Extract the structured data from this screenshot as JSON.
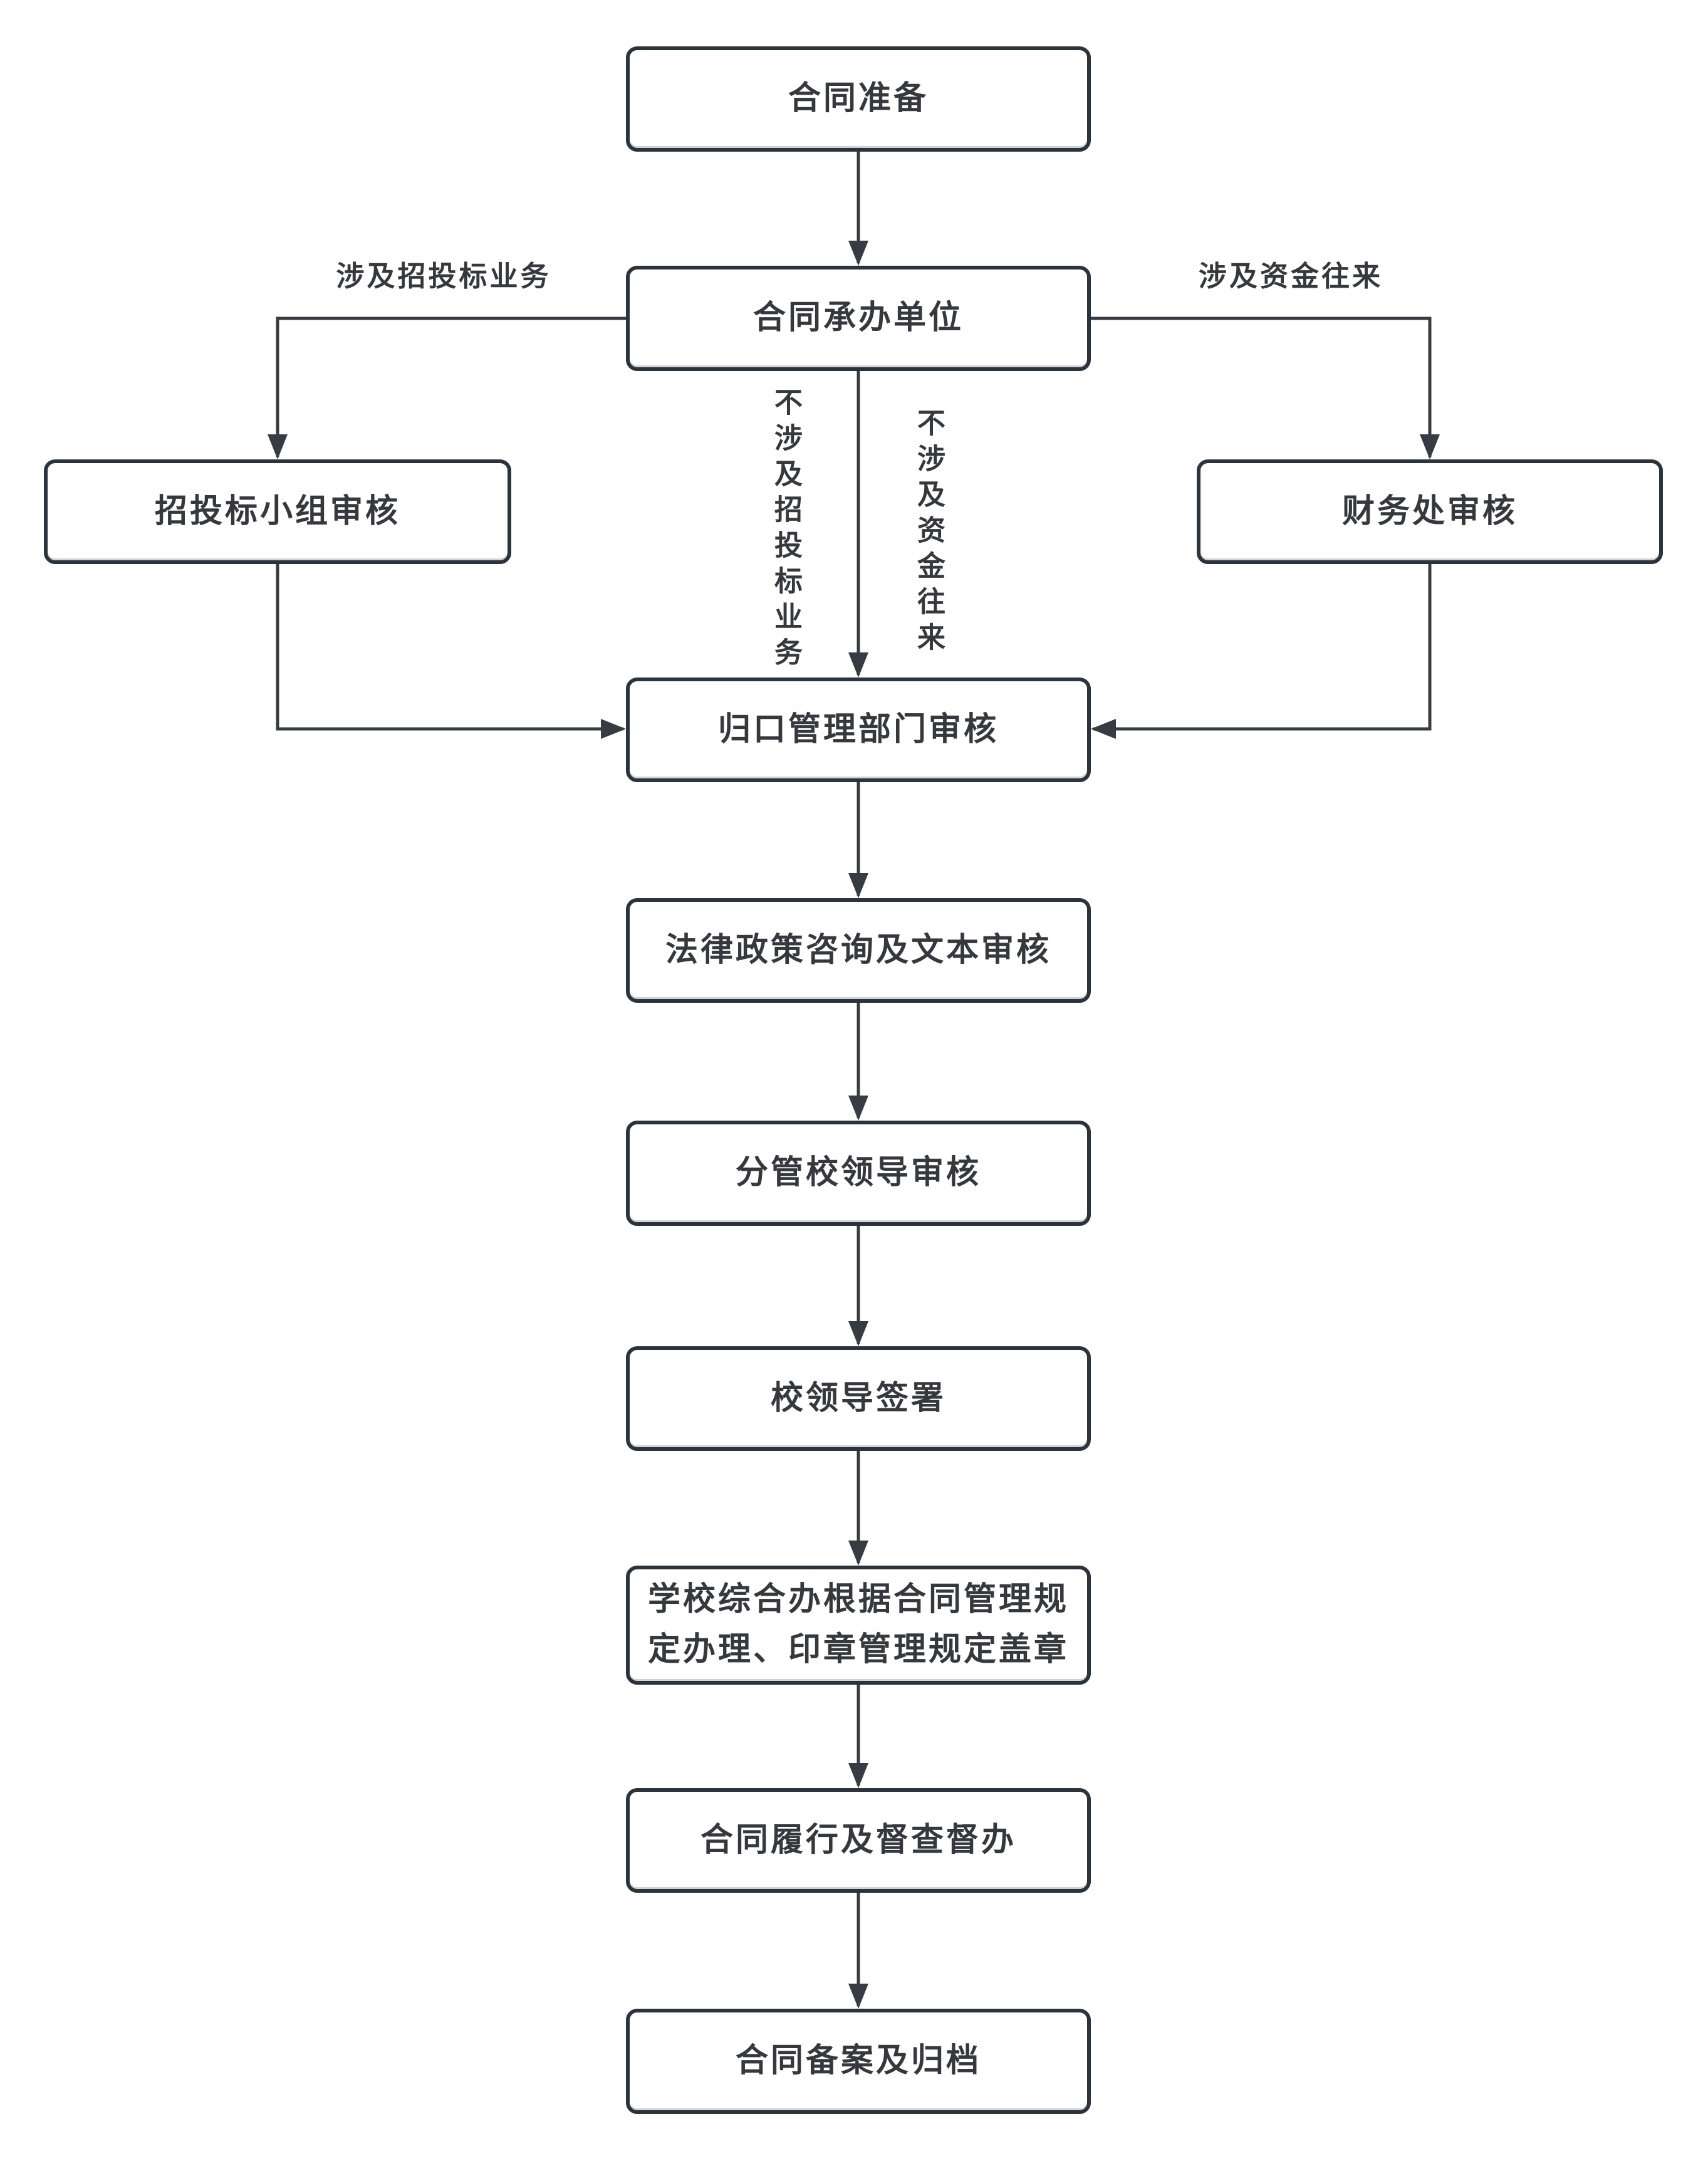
{
  "diagram": {
    "nodes": [
      {
        "id": "contract-prepare",
        "label": "合同准备"
      },
      {
        "id": "undertaking-unit",
        "label": "合同承办单位"
      },
      {
        "id": "bidding-group-review",
        "label": "招投标小组审核"
      },
      {
        "id": "finance-office-review",
        "label": "财务处审核"
      },
      {
        "id": "centralized-dept-review",
        "label": "归口管理部门审核"
      },
      {
        "id": "legal-policy-text-review",
        "label": "法律政策咨询及文本审核"
      },
      {
        "id": "vice-leader-review",
        "label": "分管校领导审核"
      },
      {
        "id": "leader-signature",
        "label": "校领导签署"
      },
      {
        "id": "office-handle-and-seal",
        "label": "学校综合办根据合同管理规定办理、印章管理规定盖章",
        "lines": [
          "学校综合办根据合同管理规",
          "定办理、印章管理规定盖章"
        ]
      },
      {
        "id": "performance-supervision",
        "label": "合同履行及督查督办"
      },
      {
        "id": "filing-and-archive",
        "label": "合同备案及归档"
      }
    ],
    "branch_labels": [
      {
        "id": "involves-bidding",
        "label": "涉及招投标业务"
      },
      {
        "id": "involves-funds",
        "label": "涉及资金往来"
      },
      {
        "id": "not-involve-bidding",
        "label": "不涉及招投标业务"
      },
      {
        "id": "not-involve-funds",
        "label": "不涉及资金往来"
      }
    ],
    "colors": {
      "background": "#ffffff",
      "box_border": "#2c333a",
      "connector": "#363c42",
      "text": "#35383c"
    }
  }
}
